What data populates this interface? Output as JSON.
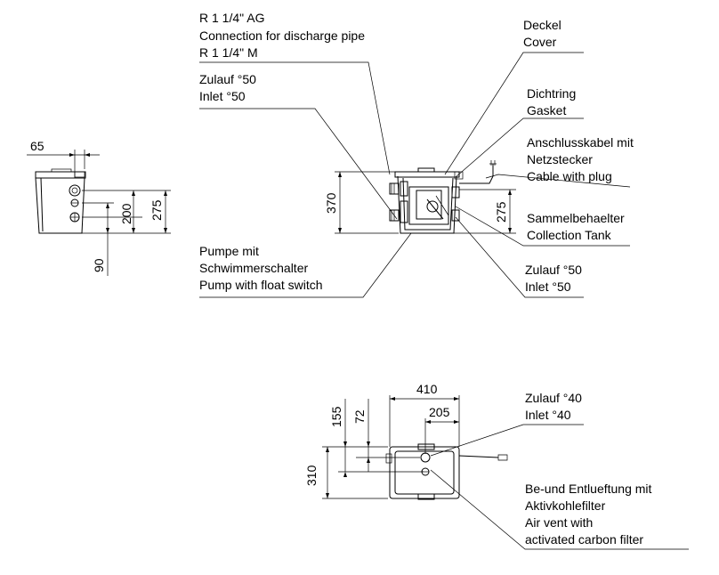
{
  "labels": {
    "discharge_cut": "R 1 1/4\" AG",
    "discharge_en": "Connection for discharge pipe",
    "discharge_size": "R 1 1/4\" M",
    "inlet_top_de": "Zulauf °50",
    "inlet_top_en": "Inlet °50",
    "pump_de1": "Pumpe mit",
    "pump_de2": "Schwimmerschalter",
    "pump_en": "Pump with float switch",
    "cover_de": "Deckel",
    "cover_en": "Cover",
    "gasket_de": "Dichtring",
    "gasket_en": "Gasket",
    "cable_de1": "Anschlusskabel mit",
    "cable_de2": "Netzstecker",
    "cable_en": "Cable with plug",
    "tank_de": "Sammelbehaelter",
    "tank_en": "Collection Tank",
    "inlet_right_de": "Zulauf °50",
    "inlet_right_en": "Inlet °50",
    "inlet40_de": "Zulauf °40",
    "inlet40_en": "Inlet °40",
    "vent_de1": "Be-und Entlueftung mit",
    "vent_de2": "Aktivkohlefilter",
    "vent_en1": "Air vent with",
    "vent_en2": "activated carbon filter"
  },
  "dimensions": {
    "side_width": "65",
    "side_200": "200",
    "side_275": "275",
    "side_90": "90",
    "front_370": "370",
    "front_275": "275",
    "top_410": "410",
    "top_205": "205",
    "top_155": "155",
    "top_72": "72",
    "top_310": "310"
  }
}
